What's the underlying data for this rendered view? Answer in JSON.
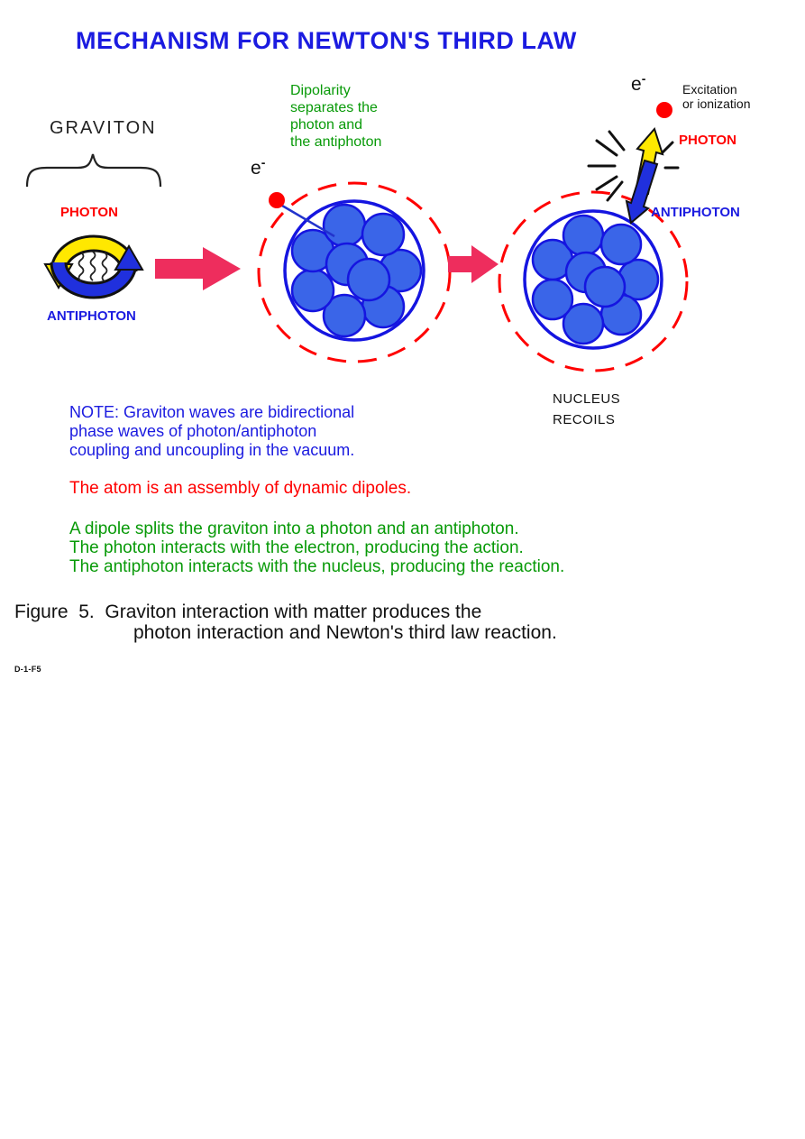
{
  "title": "MECHANISM FOR NEWTON'S THIRD LAW",
  "colors": {
    "title_blue": "#1b1be0",
    "text_blue": "#1b1be0",
    "text_red": "#ff0000",
    "text_green": "#089a08",
    "pink_arrow": "#ee2d5d",
    "yellow_arrow": "#ffe800",
    "blue_arrow": "#2030dd",
    "nucleus_stroke": "#1515e0",
    "nucleon_fill": "#3a65e8",
    "dashed_ring_red": "#ff0000",
    "electron_red": "#ff0000"
  },
  "icons": {
    "graviton_cycle": "yellow and blue circular arrows with wave squiggles",
    "graviton_brace": "curly brace grouping the cycle",
    "forward_arrow": "pink block arrow pointing right",
    "electron_dot": "red filled circle",
    "nucleus": "blue circle filled with blue nucleon balls",
    "dashed_ring": "red dashed circle around atom",
    "photon_emission_arrow": "yellow arrow pointing up",
    "antiphoton_recoil_arrow": "blue arrow pointing down",
    "excitation_burst": "black starburst impact lines"
  },
  "left_group": {
    "graviton": "GRAVITON",
    "photon": "PHOTON",
    "antiphoton": "ANTIPHOTON"
  },
  "middle_atom": {
    "electron_symbol": "e",
    "electron_charge": "-",
    "dipolarity_note": "Dipolarity\nseparates the\nphoton and\nthe antiphoton"
  },
  "right_atom": {
    "electron_symbol": "e",
    "electron_charge": "-",
    "excitation_note": "Excitation\nor ionization",
    "photon": "PHOTON",
    "antiphoton": "ANTIPHOTON",
    "nucleus_recoils": "NUCLEUS\nRECOILS"
  },
  "notes": {
    "graviton_note": "NOTE: Graviton waves are bidirectional\nphase waves of photon/antiphoton\ncoupling and uncoupling in the vacuum.",
    "atom_note": "The atom is an assembly of dynamic dipoles.",
    "dipole_note": "A dipole splits the graviton into a photon and an antiphoton.\nThe photon interacts with the electron, producing the action.\nThe antiphoton interacts with the nucleus, producing the reaction."
  },
  "caption": {
    "line1": "Figure  5.  Graviton interaction with matter produces the",
    "line2": "photon interaction and Newton's third law reaction."
  },
  "footer_code": "D-1-F5"
}
